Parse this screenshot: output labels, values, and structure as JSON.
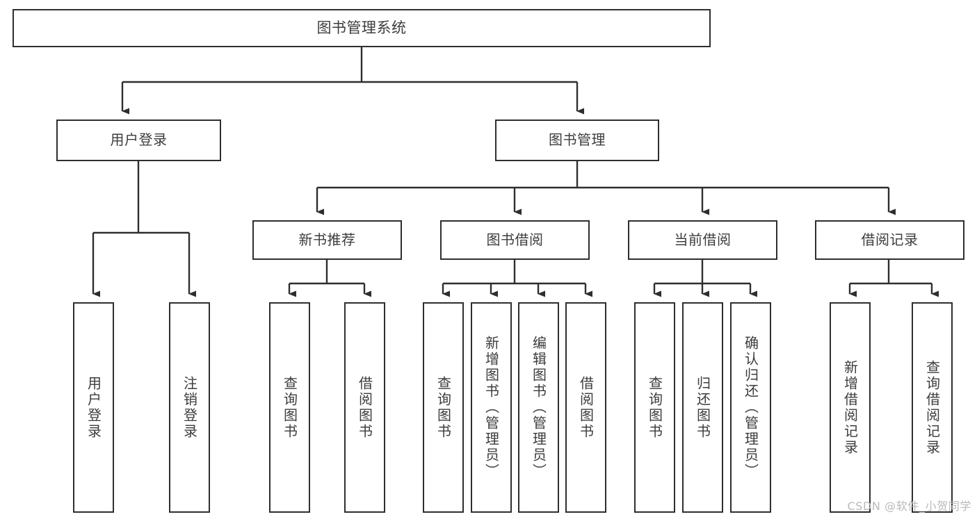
{
  "diagram": {
    "title": "图书管理系统",
    "type": "tree",
    "watermark": "CSDN @软件_小贺同学",
    "colors": {
      "background": "#ffffff",
      "box_border": "#2e2e2e",
      "connector": "#2e2e2e",
      "text": "#3c3c3c",
      "watermark": "#b9b9b9"
    },
    "root": {
      "label": "图书管理系统"
    },
    "level2": [
      {
        "label": "用户登录"
      },
      {
        "label": "图书管理"
      }
    ],
    "level3": [
      {
        "label": "新书推荐"
      },
      {
        "label": "图书借阅"
      },
      {
        "label": "当前借阅"
      },
      {
        "label": "借阅记录"
      }
    ],
    "leaves": {
      "user_login": [
        {
          "label": "用户登录"
        },
        {
          "label": "注销登录"
        }
      ],
      "new_book_recommend": [
        {
          "label": "查询图书"
        },
        {
          "label": "借阅图书"
        }
      ],
      "book_borrow": [
        {
          "label": "查询图书"
        },
        {
          "label": "新增图书（管理员）"
        },
        {
          "label": "编辑图书（管理员）"
        },
        {
          "label": "借阅图书"
        }
      ],
      "current_borrow": [
        {
          "label": "查询图书"
        },
        {
          "label": "归还图书"
        },
        {
          "label": "确认归还（管理员）"
        }
      ],
      "borrow_record": [
        {
          "label": "新增借阅记录"
        },
        {
          "label": "查询借阅记录"
        }
      ]
    }
  }
}
